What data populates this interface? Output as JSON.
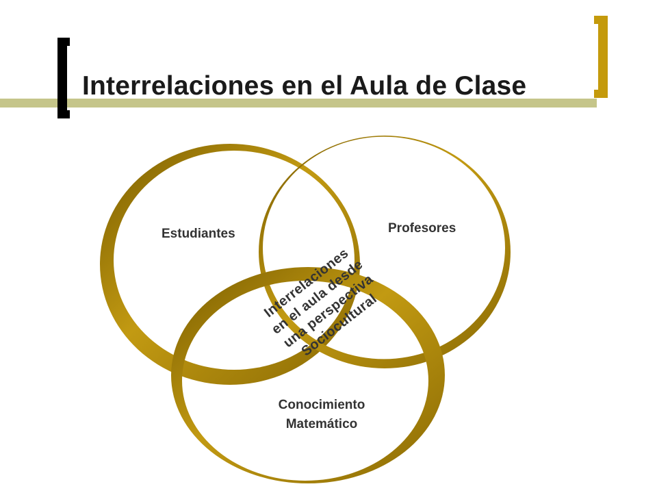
{
  "slide": {
    "title": "Interrelaciones en el Aula de Clase",
    "accent_color": "#c49a0c",
    "rule_color": "#c5c58a"
  },
  "diagram": {
    "type": "three-ring venn",
    "ring_color": "#b8900a",
    "rings": [
      {
        "label": "Estudiantes"
      },
      {
        "label": "Profesores"
      },
      {
        "label_lines": [
          "Conocimiento",
          "Matemático"
        ]
      }
    ],
    "center_lines": [
      "Interrelaciones",
      "en el aula desde",
      "una perspectiva",
      "Sociocultural"
    ]
  }
}
